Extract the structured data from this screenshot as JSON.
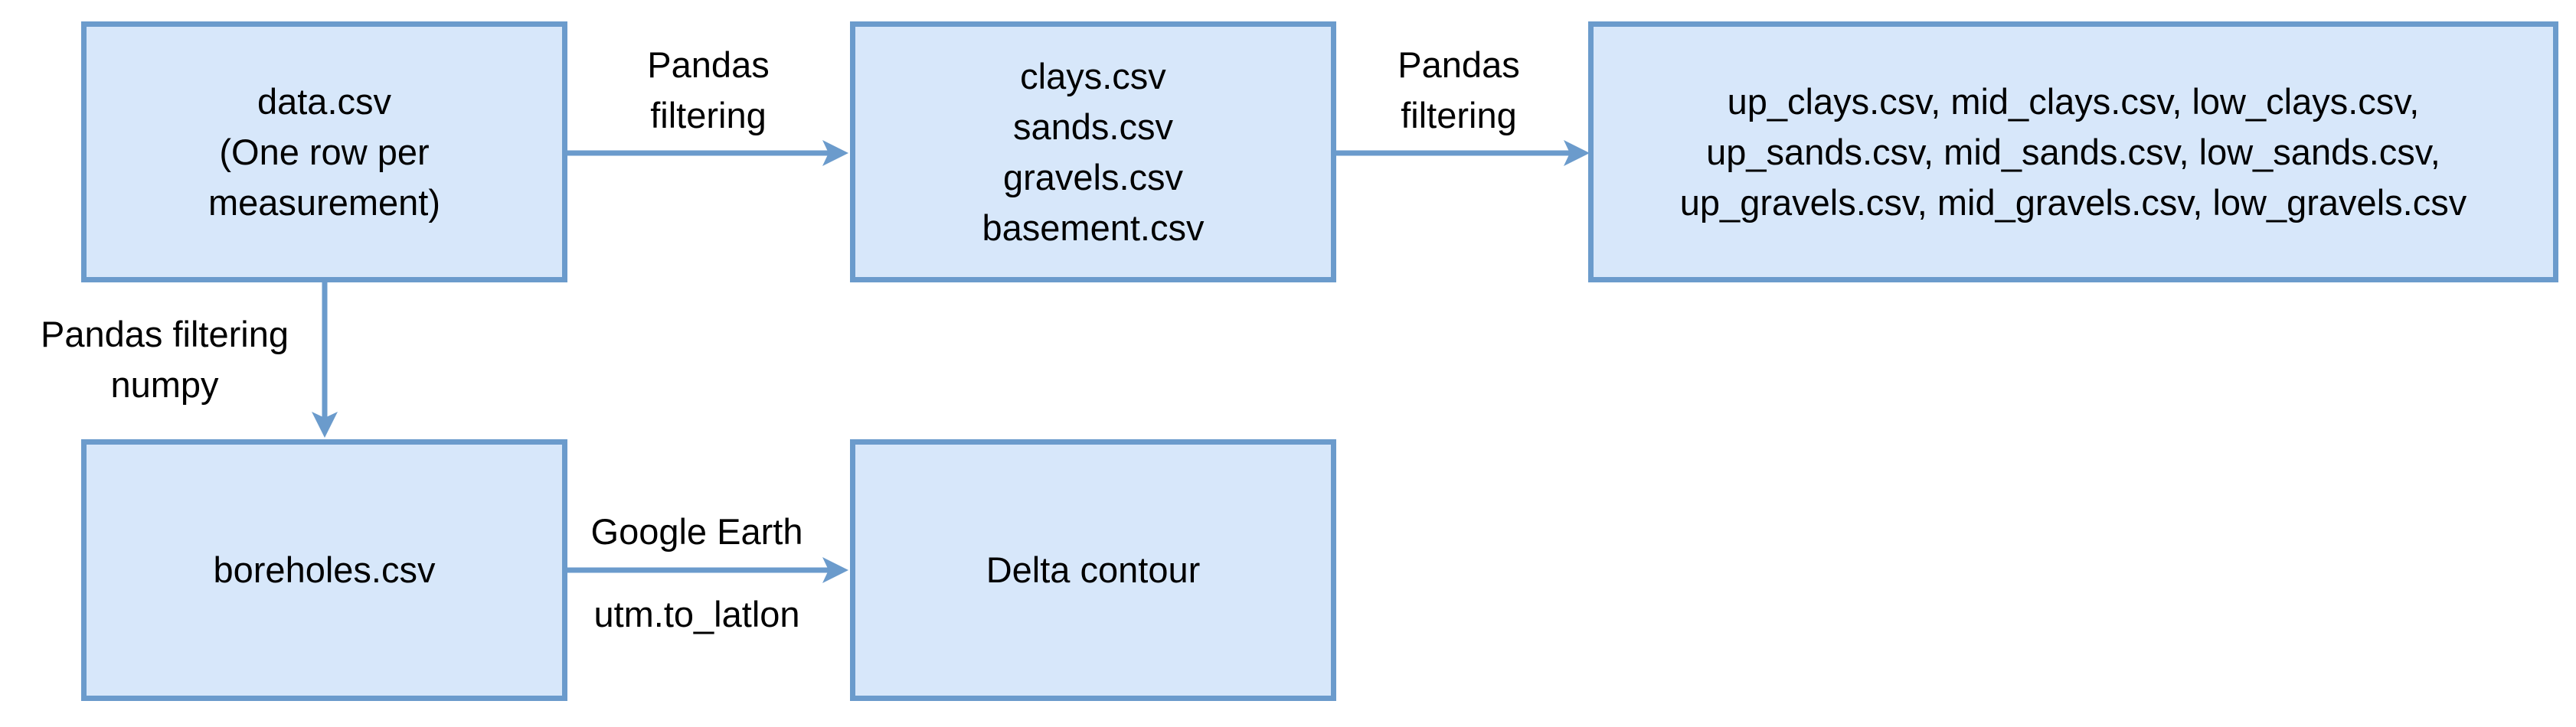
{
  "nodes": {
    "data_csv": {
      "lines": [
        "data.csv",
        "(One row per",
        "measurement)"
      ]
    },
    "split_csvs": {
      "lines": [
        "clays.csv",
        "sands.csv",
        "gravels.csv",
        "basement.csv"
      ]
    },
    "layer_csvs": {
      "lines": [
        "up_clays.csv, mid_clays.csv, low_clays.csv,",
        "up_sands.csv, mid_sands.csv, low_sands.csv,",
        "up_gravels.csv, mid_gravels.csv, low_gravels.csv"
      ]
    },
    "boreholes_csv": {
      "lines": [
        "boreholes.csv"
      ]
    },
    "delta_contour": {
      "lines": [
        "Delta contour"
      ]
    }
  },
  "edges": {
    "data_to_split": {
      "lines": [
        "Pandas",
        "filtering"
      ]
    },
    "split_to_layers": {
      "lines": [
        "Pandas",
        "filtering"
      ]
    },
    "data_to_boreholes": {
      "lines": [
        "Pandas filtering",
        "numpy"
      ]
    },
    "boreholes_to_delta": {
      "above": "Google Earth",
      "below": "utm.to_latlon"
    }
  },
  "colors": {
    "box_fill": "#d7e7fa",
    "box_border": "#6b9bcc",
    "arrow": "#6b9bcc",
    "text": "#000000"
  }
}
